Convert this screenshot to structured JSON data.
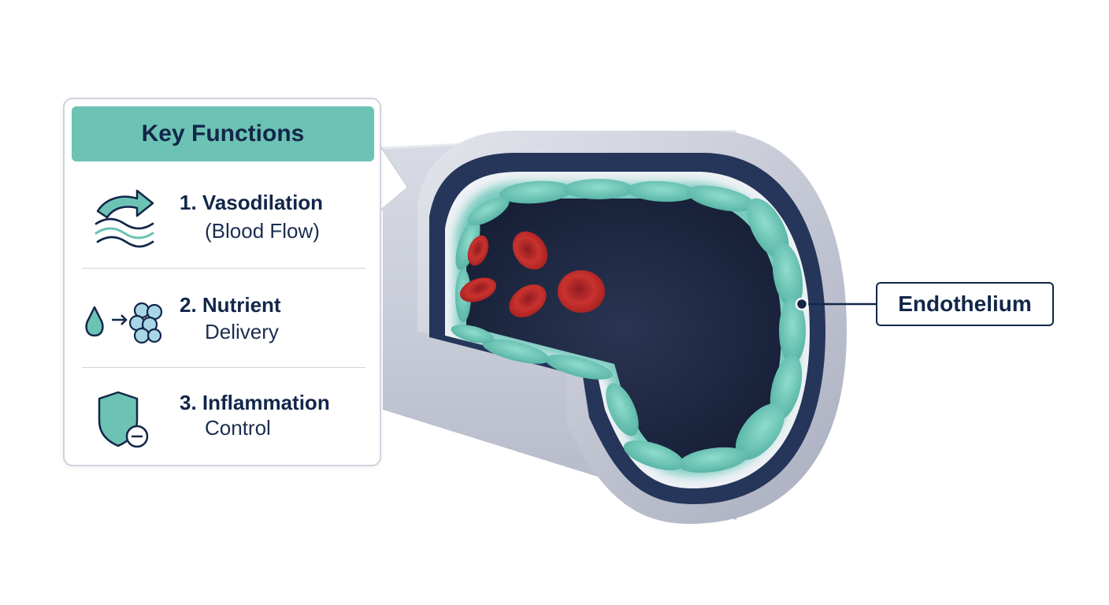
{
  "panel": {
    "title": "Key Functions",
    "functions": [
      {
        "number_title": "1. Vasodilation",
        "subtitle": "(Blood Flow)",
        "icon": "blood-flow-waves-icon"
      },
      {
        "number_title": "2. Nutrient",
        "subtitle": "Delivery",
        "icon": "nutrient-delivery-icon"
      },
      {
        "number_title": "3. Inflammation",
        "subtitle": "Control",
        "icon": "shield-minus-icon"
      }
    ]
  },
  "callout": {
    "label": "Endothelium"
  },
  "colors": {
    "teal": "#6cc3b4",
    "navy": "#12264a",
    "vessel_wall": "#c9ccd8",
    "lumen": "#1f2a44",
    "red_blood_cell": "#c0262b"
  }
}
